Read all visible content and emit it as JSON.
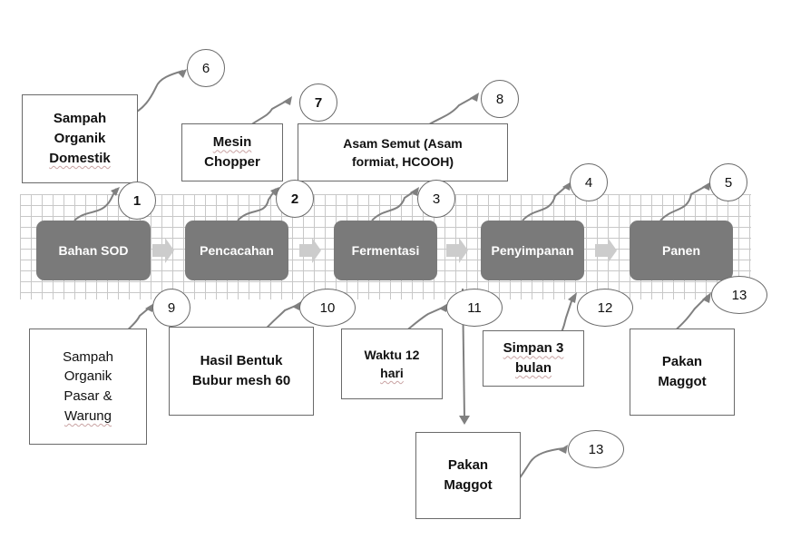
{
  "steps": [
    {
      "label": "Bahan SOD",
      "number": "1"
    },
    {
      "label": "Pencacahan",
      "number": "2"
    },
    {
      "label": "Fermentasi",
      "number": "3"
    },
    {
      "label": "Penyimpanan",
      "number": "4"
    },
    {
      "label": "Panen",
      "number": "5"
    }
  ],
  "inputs_top": [
    {
      "lines": [
        "Sampah",
        "Organik",
        "Domestik"
      ],
      "number": "6"
    },
    {
      "lines": [
        "Mesin",
        "Chopper"
      ],
      "number": "7"
    },
    {
      "lines": [
        "Asam Semut (Asam",
        "formiat, HCOOH)"
      ],
      "number": "8"
    }
  ],
  "outputs_bottom": [
    {
      "lines": [
        "Sampah",
        "Organik",
        "Pasar &",
        "Warung"
      ],
      "number": "9"
    },
    {
      "lines": [
        "Hasil Bentuk",
        "Bubur mesh 60"
      ],
      "number": "10"
    },
    {
      "lines": [
        "Waktu 12",
        "hari"
      ],
      "number": "11"
    },
    {
      "lines": [
        "Simpan 3",
        "bulan"
      ],
      "number": "12"
    },
    {
      "lines": [
        "Pakan",
        "Maggot"
      ],
      "number": "13"
    }
  ],
  "extra_output": {
    "lines": [
      "Pakan",
      "Maggot"
    ],
    "number": "13"
  },
  "colors": {
    "step_fill": "#7a7a7a",
    "arrow_fill": "#cccccc",
    "connector": "#808080",
    "grid": "#c8c8c8"
  }
}
